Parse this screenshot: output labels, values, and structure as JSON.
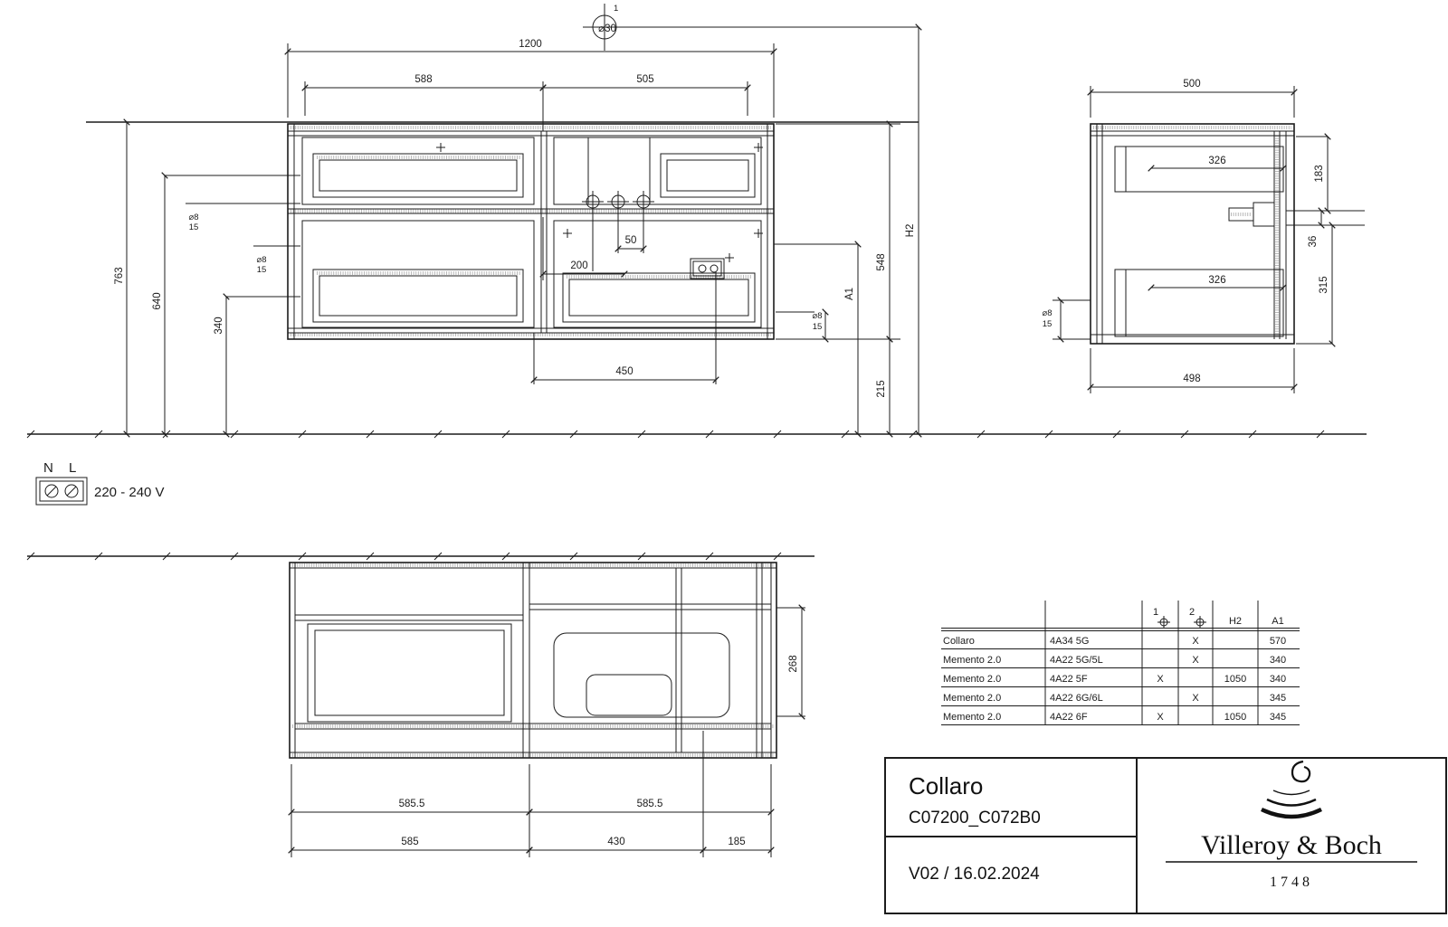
{
  "front": {
    "w_total": "1200",
    "w_left": "588",
    "w_right": "505",
    "marker1": "1",
    "tap_hole": "⌀30",
    "h_wall": "763",
    "h_mid": "640",
    "h_low": "340",
    "callout1_d": "⌀8",
    "callout1_t": "15",
    "callout2_d": "⌀8",
    "callout2_t": "15",
    "callout3_d": "⌀8",
    "callout3_t": "15",
    "d50": "50",
    "d200": "200",
    "d450": "450",
    "a1": "A1",
    "h548": "548",
    "h2": "H2",
    "d215": "215"
  },
  "side": {
    "w_top": "500",
    "w_bottom": "498",
    "depth_top": "326",
    "depth_bottom": "326",
    "h_top": "183",
    "h_handle": "36",
    "h_bottom": "315",
    "callout_d": "⌀8",
    "callout_t": "15"
  },
  "plan": {
    "depth": "268",
    "row1_left": "585.5",
    "row1_right": "585.5",
    "row2_left": "585",
    "row2_mid": "430",
    "row2_right": "185"
  },
  "power": {
    "n": "N",
    "l": "L",
    "voltage": "220 - 240 V"
  },
  "table": {
    "col_pos1": "1",
    "col_pos2": "2",
    "col_h2": "H2",
    "col_a1": "A1",
    "rows": [
      {
        "name": "Collaro",
        "code": "4A34 5G",
        "p1": "",
        "p2": "X",
        "h2": "",
        "a1": "570"
      },
      {
        "name": "Memento 2.0",
        "code": "4A22 5G/5L",
        "p1": "",
        "p2": "X",
        "h2": "",
        "a1": "340"
      },
      {
        "name": "Memento 2.0",
        "code": "4A22 5F",
        "p1": "X",
        "p2": "",
        "h2": "1050",
        "a1": "340"
      },
      {
        "name": "Memento 2.0",
        "code": "4A22 6G/6L",
        "p1": "",
        "p2": "X",
        "h2": "",
        "a1": "345"
      },
      {
        "name": "Memento 2.0",
        "code": "4A22 6F",
        "p1": "X",
        "p2": "",
        "h2": "1050",
        "a1": "345"
      }
    ]
  },
  "titleblock": {
    "series": "Collaro",
    "code": "C07200_C072B0",
    "version": "V02 / 16.02.2024",
    "brand": "Villeroy & Boch",
    "year": "1748"
  }
}
